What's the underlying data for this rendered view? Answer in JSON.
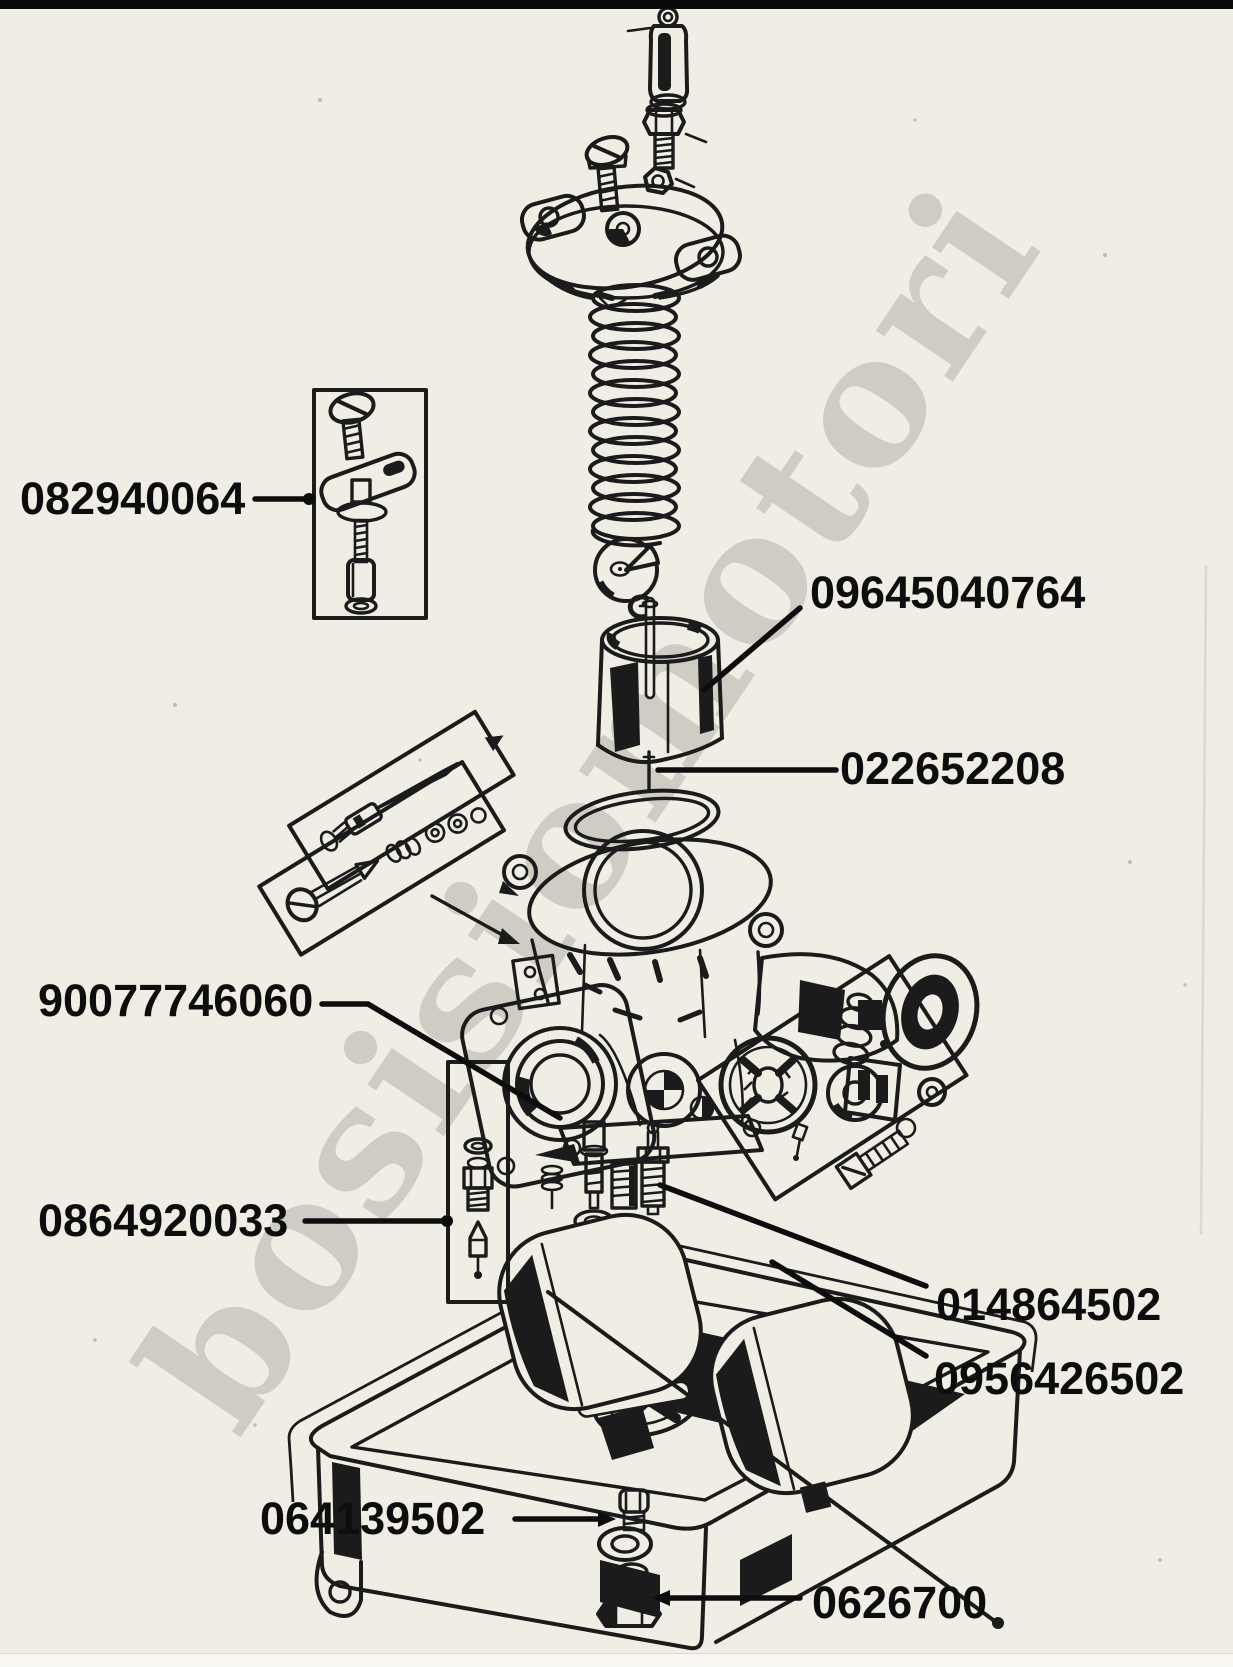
{
  "watermark": "bosisiomotori",
  "colors": {
    "paper": "#f0eee4",
    "ink": "#1b1b1b",
    "watermark_gray": "#aeaca4",
    "label_text": "#0d0d0d"
  },
  "parts": {
    "choke_kit": "082940064",
    "throttle_slide": "09645040764",
    "jet_needle": "022652208",
    "needle_jet": "90077746060",
    "needle_valve_kit": "0864920033",
    "main_jet": "014864502",
    "float_kit": "0956426502",
    "bowl_screw": "064139502",
    "drain_nut": "0626700"
  }
}
